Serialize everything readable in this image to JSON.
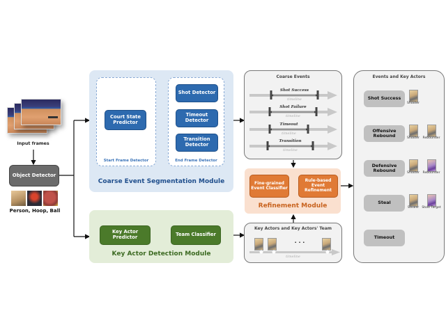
{
  "input": {
    "frames_label": "Input frames",
    "object_detector": "Object Detector",
    "detections_label": "Person, Hoop, Ball",
    "detection_thumbs": [
      "person",
      "hoop",
      "ball"
    ]
  },
  "coarse_module": {
    "title": "Coarse Event Segmentation Module",
    "start_group_label": "Start Frame Detector",
    "end_group_label": "End Frame Detector",
    "court_state_predictor": "Court State Predictor",
    "end_detectors": [
      "Shot Detector",
      "Timeout Detector",
      "Transition Detector"
    ]
  },
  "key_actor_module": {
    "title": "Key Actor Detection Module",
    "key_actor_predictor": "Key Actor Predictor",
    "team_classifier": "Team Classifier"
  },
  "coarse_events": {
    "title": "Coarse Events",
    "events": [
      {
        "name": "Shot Success",
        "axis": "timeline"
      },
      {
        "name": "Shot Failure",
        "axis": "timeline"
      },
      {
        "name": "Timeout",
        "axis": "timeline"
      },
      {
        "name": "Transition",
        "axis": "timeline"
      }
    ]
  },
  "refinement_module": {
    "title": "Refinement Module",
    "fine_grained_classifier": "Fine-grained Event Classifier",
    "rule_based_refinement": "Rule-based Event Refinement"
  },
  "key_actors_panel": {
    "title": "Key Actors and Key Actors' Team",
    "ellipsis": "· · ·",
    "axis": "timeline"
  },
  "output_panel": {
    "title": "Events and Key Actors",
    "events": [
      {
        "name": "Shot Success",
        "actors": [
          {
            "role": "Shooter",
            "team": "gold"
          }
        ]
      },
      {
        "name": "Offensive Rebound",
        "actors": [
          {
            "role": "Shooter",
            "team": "gold"
          },
          {
            "role": "Rebounder",
            "team": "gold"
          }
        ]
      },
      {
        "name": "Defensive Rebound",
        "actors": [
          {
            "role": "Shooter",
            "team": "gold"
          },
          {
            "role": "Rebounder",
            "team": "purple"
          }
        ]
      },
      {
        "name": "Steal",
        "actors": [
          {
            "role": "Stealer",
            "team": "gold"
          },
          {
            "role": "Stole Target",
            "team": "purple"
          }
        ]
      },
      {
        "name": "Timeout",
        "actors": []
      }
    ]
  }
}
